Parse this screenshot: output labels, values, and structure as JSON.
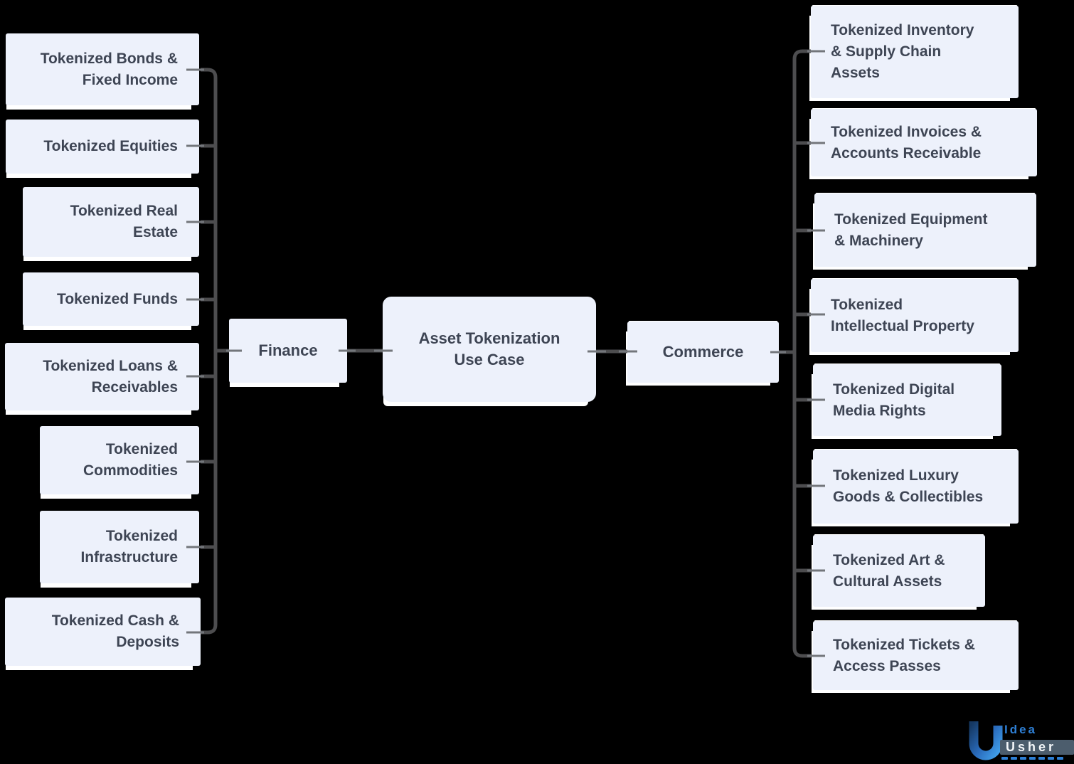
{
  "root": {
    "label": "Asset Tokenization\nUse Case"
  },
  "branches": {
    "finance": {
      "label": "Finance",
      "items": [
        "Tokenized Bonds &\nFixed Income",
        "Tokenized Equities",
        "Tokenized Real\nEstate",
        "Tokenized Funds",
        "Tokenized Loans &\nReceivables",
        "Tokenized\nCommodities",
        "Tokenized\nInfrastructure",
        "Tokenized Cash &\nDeposits"
      ]
    },
    "commerce": {
      "label": "Commerce",
      "items": [
        "Tokenized Inventory\n& Supply Chain\nAssets",
        "Tokenized Invoices &\nAccounts Receivable",
        "Tokenized Equipment\n& Machinery",
        "Tokenized\nIntellectual Property",
        "Tokenized Digital\nMedia Rights",
        "Tokenized Luxury\nGoods & Collectibles",
        "Tokenized Art &\nCultural Assets",
        "Tokenized Tickets &\nAccess Passes"
      ]
    }
  },
  "logo": {
    "line1": "Idea",
    "line2": "Usher"
  },
  "colors": {
    "background": "#000000",
    "node_fill": "#edf1fb",
    "node_text": "#3e4554",
    "node_shadow": "#ffffff",
    "connector": "#4d4d4f",
    "connector_tip": "#73767b",
    "logo_blue": "#2e7fd4",
    "logo_usher_bg": "#4c5d6d"
  }
}
